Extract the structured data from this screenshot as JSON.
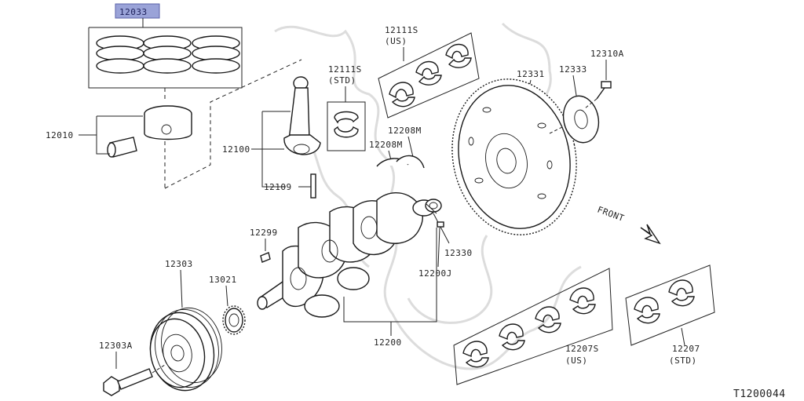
{
  "diagram": {
    "figure_code": "T1200044",
    "callouts": {
      "piston_ring_set": "12033",
      "piston": "12010",
      "conrod_bearing_std": "12111S",
      "conrod_bearing_std_note": "(STD)",
      "conrod_bearing_us": "12111S",
      "conrod_bearing_us_note": "(US)",
      "connecting_rod": "12100",
      "conrod_bolt": "12109",
      "thrust_washer_a": "12208M",
      "thrust_washer_b": "12208M",
      "flywheel": "12331",
      "flywheel_plate": "12333",
      "flywheel_bolt": "12310A",
      "pilot_bushing": "12330",
      "key": "12299",
      "dowel_pin": "12200J",
      "crankshaft": "12200",
      "pulley": "12303",
      "pulley_bolt": "12303A",
      "sprocket": "13021",
      "main_bearing_us": "12207S",
      "main_bearing_us_note": "(US)",
      "main_bearing_std": "12207",
      "main_bearing_std_note": "(STD)"
    },
    "front_label": "FRONT",
    "highlight_color": "#9aa3d8"
  }
}
